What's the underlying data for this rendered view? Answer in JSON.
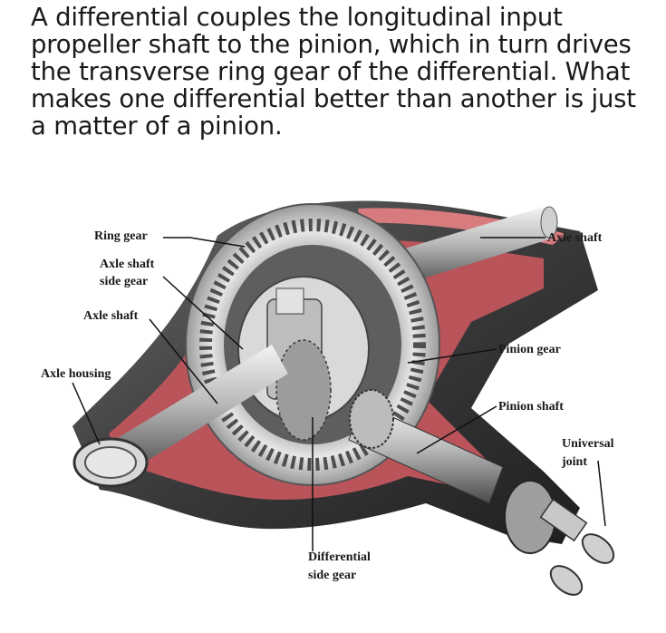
{
  "caption": "A differential couples the longitudinal input propeller shaft to the pinion, which in turn drives the transverse ring gear of the differential. What makes one differential better than another is just a matter of a pinion.",
  "labels": {
    "ring_gear": "Ring gear",
    "axle_shaft_right": "Axle shaft",
    "axle_shaft_side_gear_1": "Axle shaft",
    "axle_shaft_side_gear_2": "side gear",
    "axle_shaft_left": "Axle shaft",
    "pinion_gear": "Pinion gear",
    "axle_housing": "Axle housing",
    "pinion_shaft": "Pinion shaft",
    "universal_joint_1": "Universal",
    "universal_joint_2": "joint",
    "differential_side_gear_1": "Differential",
    "differential_side_gear_2": "side gear"
  }
}
